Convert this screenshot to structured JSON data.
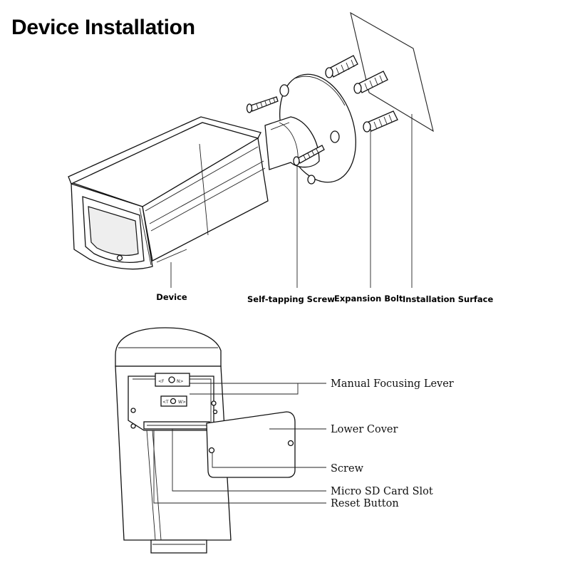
{
  "title": "Device Installation",
  "top_labels": {
    "device": "Device",
    "self_tapping_screw": "Self-tapping Screw",
    "expansion_bolt": "Expansion Bolt",
    "installation_surface": "Installation Surface"
  },
  "bottom_labels": {
    "manual_focusing_lever": "Manual Focusing Lever",
    "lower_cover": "Lower Cover",
    "screw": "Screw",
    "micro_sd_card_slot": "Micro SD Card Slot",
    "reset_button": "Reset Button"
  },
  "lever_marks": {
    "focus": "<F",
    "near": "N>",
    "tele": "<T",
    "wide": "W>"
  }
}
